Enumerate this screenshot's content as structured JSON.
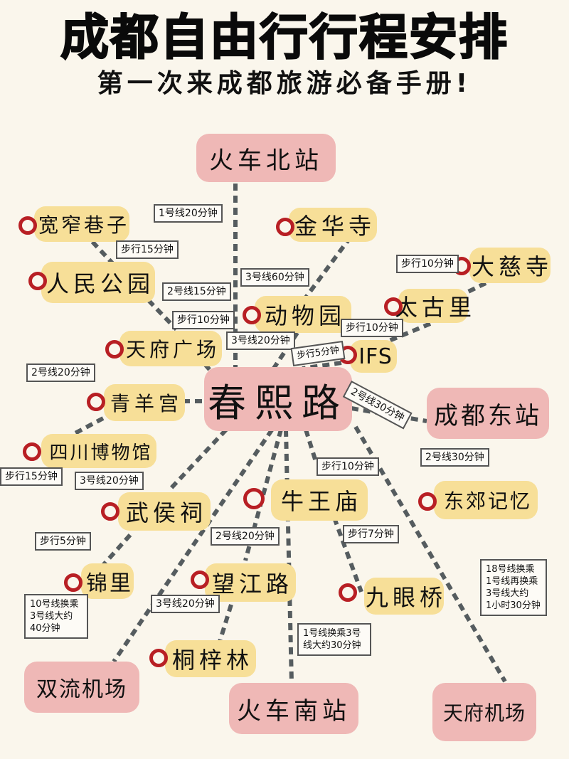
{
  "header": {
    "title": "成都自由行行程安排",
    "subtitle": "第一次来成都旅游必备手册!"
  },
  "colors": {
    "background": "#faf6ec",
    "attraction_fill": "#f7df98",
    "hub_fill": "#efb8b6",
    "marker": "#b81f24",
    "line": "#555c5f"
  },
  "center": {
    "name": "春熙路"
  },
  "hubs": [
    {
      "name": "火车北站"
    },
    {
      "name": "成都东站"
    },
    {
      "name": "双流机场"
    },
    {
      "name": "火车南站"
    },
    {
      "name": "天府机场"
    }
  ],
  "attractions": [
    {
      "name": "宽窄巷子"
    },
    {
      "name": "金华寺"
    },
    {
      "name": "人民公园"
    },
    {
      "name": "大慈寺"
    },
    {
      "name": "动物园"
    },
    {
      "name": "太古里"
    },
    {
      "name": "天府广场"
    },
    {
      "name": "IFS"
    },
    {
      "name": "青羊宫"
    },
    {
      "name": "四川博物馆"
    },
    {
      "name": "牛王庙"
    },
    {
      "name": "东郊记忆"
    },
    {
      "name": "武侯祠"
    },
    {
      "name": "锦里"
    },
    {
      "name": "望江路"
    },
    {
      "name": "九眼桥"
    },
    {
      "name": "桐梓林"
    }
  ],
  "route_labels": [
    {
      "text": "1号线20分钟",
      "route": "火车北站-春熙路"
    },
    {
      "text": "步行15分钟",
      "route": "宽窄巷子-人民公园"
    },
    {
      "text": "3号线60分钟",
      "route": "金华寺-春熙路"
    },
    {
      "text": "2号线15分钟",
      "route": "人民公园-天府广场"
    },
    {
      "text": "步行10分钟",
      "route": "人民公园-天府广场"
    },
    {
      "text": "步行10分钟",
      "route": "大慈寺-太古里"
    },
    {
      "text": "步行10分钟",
      "route": "太古里-IFS"
    },
    {
      "text": "3号线20分钟",
      "route": "动物园-春熙路"
    },
    {
      "text": "步行5分钟",
      "route": "IFS-春熙路"
    },
    {
      "text": "2号线20分钟",
      "route": "青羊宫-春熙路"
    },
    {
      "text": "2号线30分钟",
      "route": "春熙路-成都东站"
    },
    {
      "text": "2号线30分钟",
      "route": "东郊记忆"
    },
    {
      "text": "步行10分钟",
      "route": "春熙路-牛王庙"
    },
    {
      "text": "步行15分钟",
      "route": "四川博物馆"
    },
    {
      "text": "3号线20分钟",
      "route": "春熙路-武侯祠"
    },
    {
      "text": "步行5分钟",
      "route": "武侯祠-锦里"
    },
    {
      "text": "2号线20分钟",
      "route": "春熙路-望江路"
    },
    {
      "text": "步行7分钟",
      "route": "牛王庙-九眼桥"
    },
    {
      "text": "10号线换乘\n3号线大约\n40分钟",
      "route": "双流机场-春熙路"
    },
    {
      "text": "3号线20分钟",
      "route": "望江路-桐梓林"
    },
    {
      "text": "1号线换乘3号\n线大约30分钟",
      "route": "火车南站-春熙路"
    },
    {
      "text": "18号线换乘\n1号线再换乘\n3号线大约\n1小时30分钟",
      "route": "天府机场-春熙路"
    }
  ]
}
